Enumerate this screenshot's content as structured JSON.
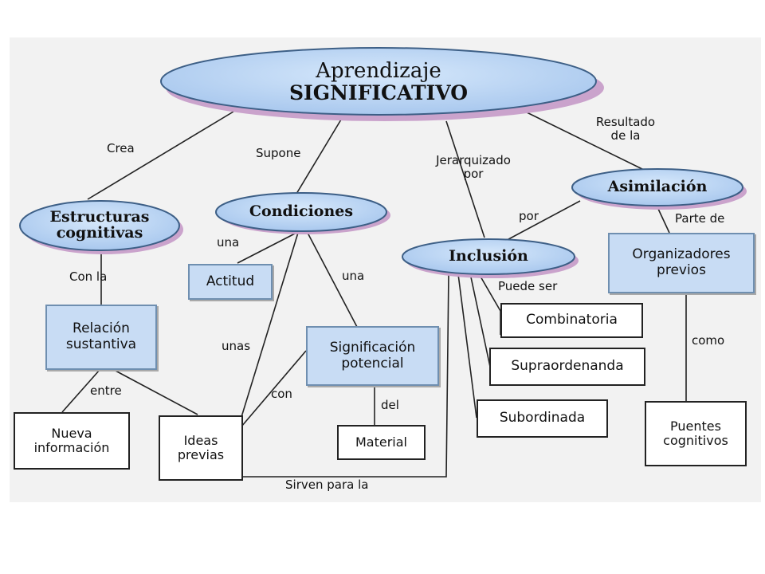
{
  "nodes": {
    "root": {
      "line1": "Aprendizaje",
      "line2": "SIGNIFICATIVO"
    },
    "estructuras": {
      "line1": "Estructuras",
      "line2": "cognitivas"
    },
    "condiciones": "Condiciones",
    "inclusion": "Inclusión",
    "asimilacion": "Asimilación",
    "actitud": "Actitud",
    "relacion": {
      "line1": "Relación",
      "line2": "sustantiva"
    },
    "significacion": {
      "line1": "Significación",
      "line2": "potencial"
    },
    "organizadores": {
      "line1": "Organizadores",
      "line2": "previos"
    },
    "nueva": {
      "line1": "Nueva",
      "line2": "información"
    },
    "ideas": {
      "line1": "Ideas",
      "line2": "previas"
    },
    "material": "Material",
    "combinatoria": "Combinatoria",
    "supraordenanda": "Supraordenanda",
    "subordinada": "Subordinada",
    "puentes": {
      "line1": "Puentes",
      "line2": "cognitivos"
    }
  },
  "links": {
    "crea": "Crea",
    "supone": "Supone",
    "jerarquizado": {
      "line1": "Jerarquizado",
      "line2": "por"
    },
    "resultado": {
      "line1": "Resultado",
      "line2": "de la"
    },
    "con_la": "Con la",
    "una_actitud": "una",
    "una_signif": "una",
    "unas": "unas",
    "con": "con",
    "del": "del",
    "entre": "entre",
    "por": "por",
    "parte_de": "Parte de",
    "puede_ser": "Puede ser",
    "como": "como",
    "sirven": "Sirven para la"
  }
}
